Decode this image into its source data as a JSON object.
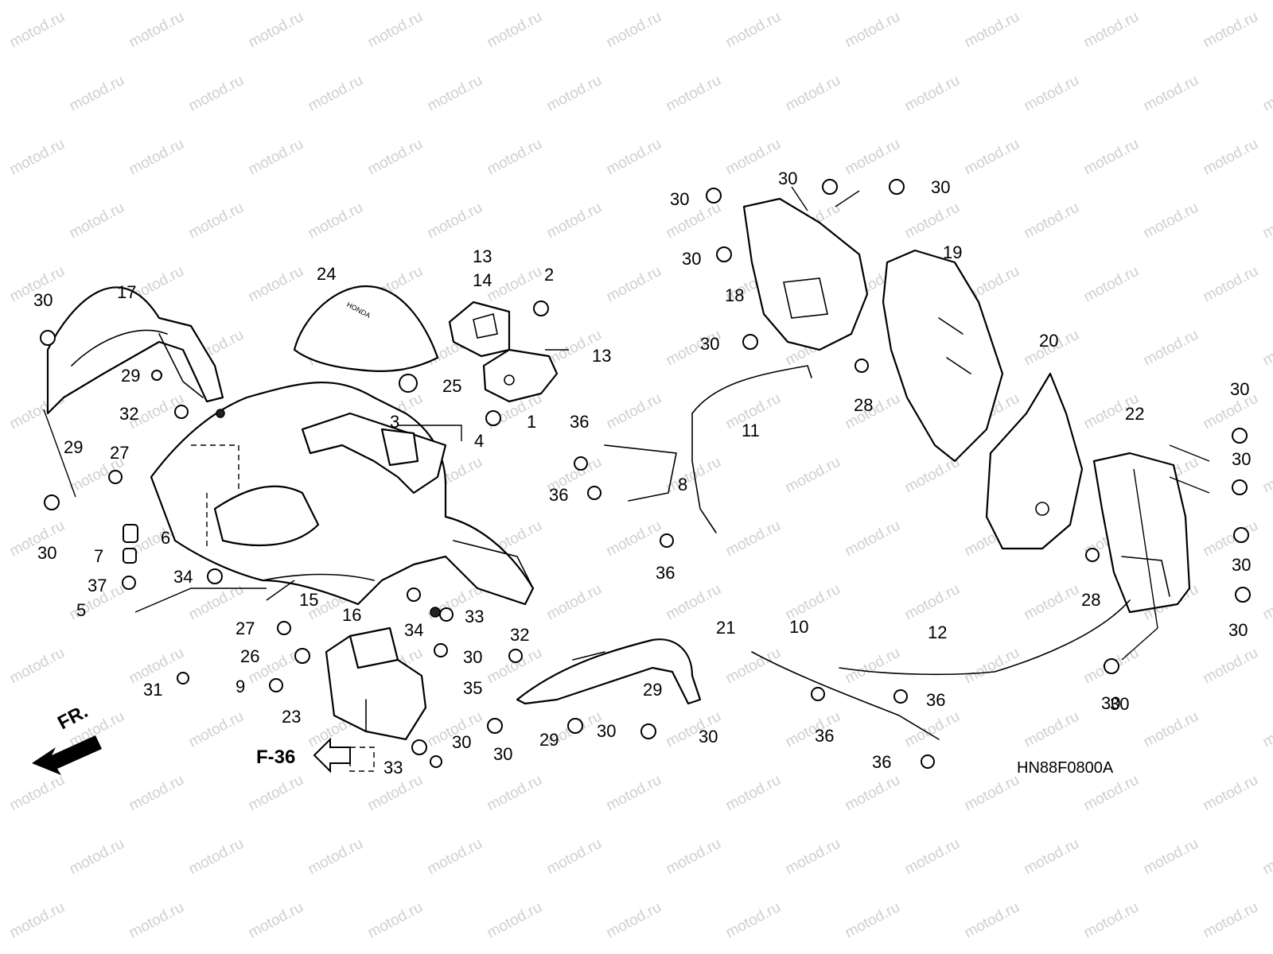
{
  "watermark": {
    "text": "motod.ru",
    "color": "#cfcfcf"
  },
  "logo_text": "HONDA",
  "direction_label": "FR.",
  "ref_label": "F-36",
  "drawing_code": "HN88F0800A",
  "callouts": [
    "30",
    "17",
    "29",
    "32",
    "29",
    "27",
    "30",
    "6",
    "7",
    "37",
    "5",
    "31",
    "24",
    "34",
    "27",
    "15",
    "16",
    "26",
    "9",
    "23",
    "13",
    "14",
    "2",
    "13",
    "25",
    "1",
    "3",
    "4",
    "34",
    "33",
    "32",
    "30",
    "35",
    "30",
    "33",
    "36",
    "36",
    "8",
    "11",
    "36",
    "30",
    "30",
    "30",
    "30",
    "18",
    "30",
    "28",
    "19",
    "20",
    "22",
    "30",
    "30",
    "30",
    "30",
    "30",
    "28",
    "21",
    "29",
    "29",
    "30",
    "30",
    "30",
    "10",
    "12",
    "36",
    "36",
    "36",
    "30"
  ]
}
